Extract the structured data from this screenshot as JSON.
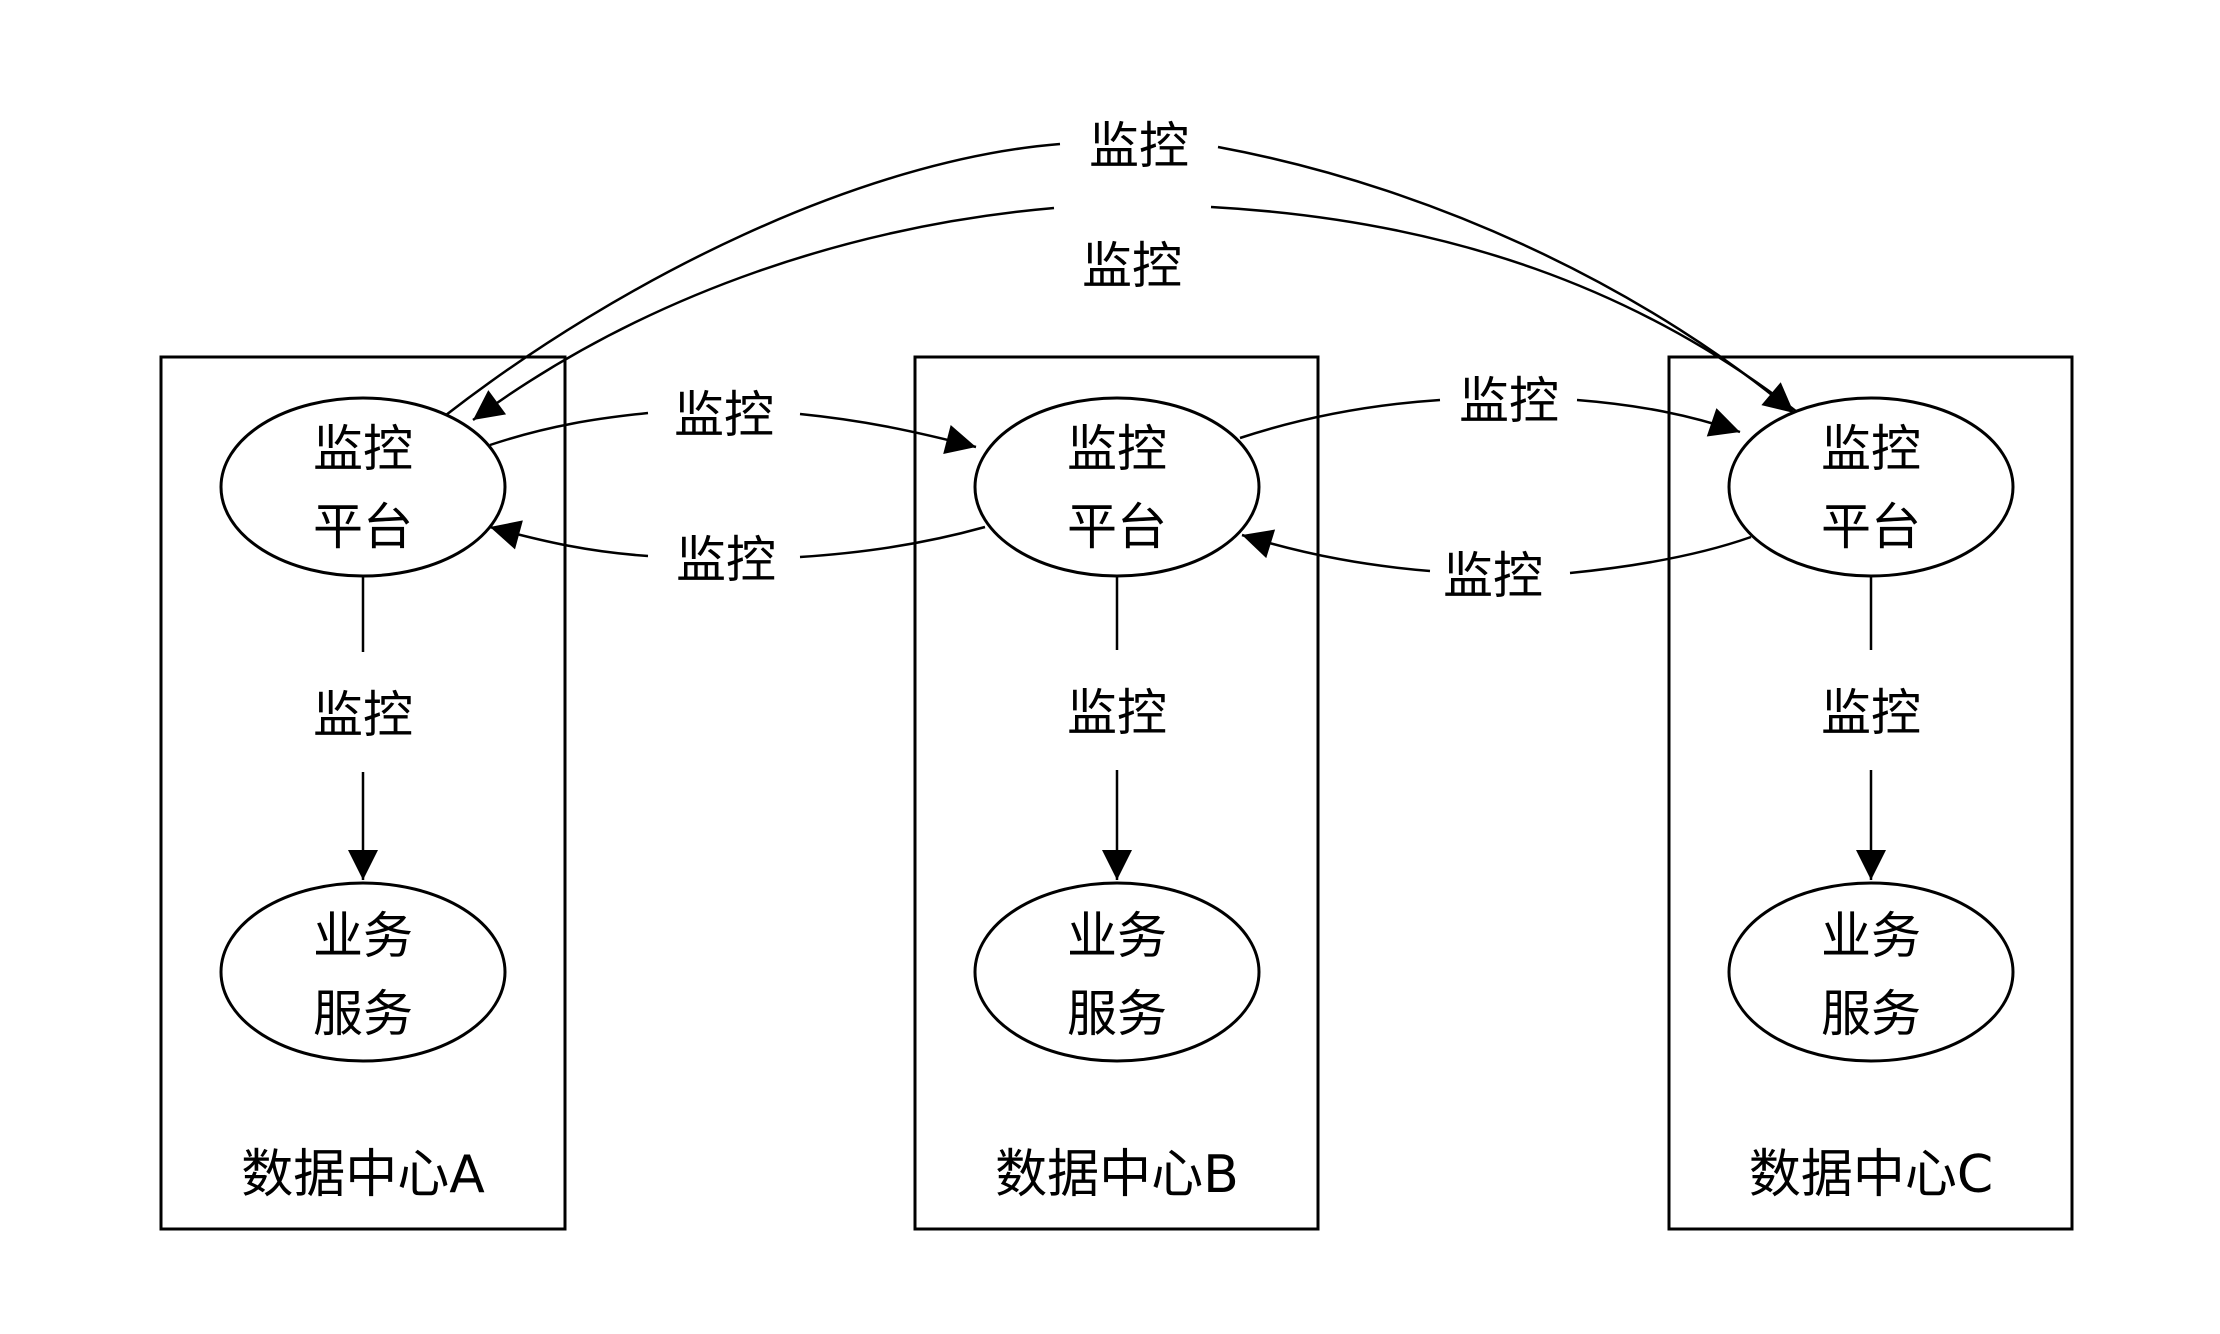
{
  "diagram": {
    "colors": {
      "stroke": "#000000",
      "background": "#ffffff",
      "text": "#000000"
    },
    "datacenters": [
      {
        "id": "A",
        "label": "数据中心A",
        "monitor_node": [
          "监控",
          "平台"
        ],
        "service_node": [
          "业务",
          "服务"
        ],
        "internal_edge_label": "监控"
      },
      {
        "id": "B",
        "label": "数据中心B",
        "monitor_node": [
          "监控",
          "平台"
        ],
        "service_node": [
          "业务",
          "服务"
        ],
        "internal_edge_label": "监控"
      },
      {
        "id": "C",
        "label": "数据中心C",
        "monitor_node": [
          "监控",
          "平台"
        ],
        "service_node": [
          "业务",
          "服务"
        ],
        "internal_edge_label": "监控"
      }
    ],
    "cross_edges": [
      {
        "from": "A",
        "to": "C",
        "label": "监控"
      },
      {
        "from": "C",
        "to": "A",
        "label": "监控"
      },
      {
        "from": "A",
        "to": "B",
        "label": "监控"
      },
      {
        "from": "B",
        "to": "A",
        "label": "监控"
      },
      {
        "from": "B",
        "to": "C",
        "label": "监控"
      },
      {
        "from": "C",
        "to": "B",
        "label": "监控"
      }
    ]
  }
}
